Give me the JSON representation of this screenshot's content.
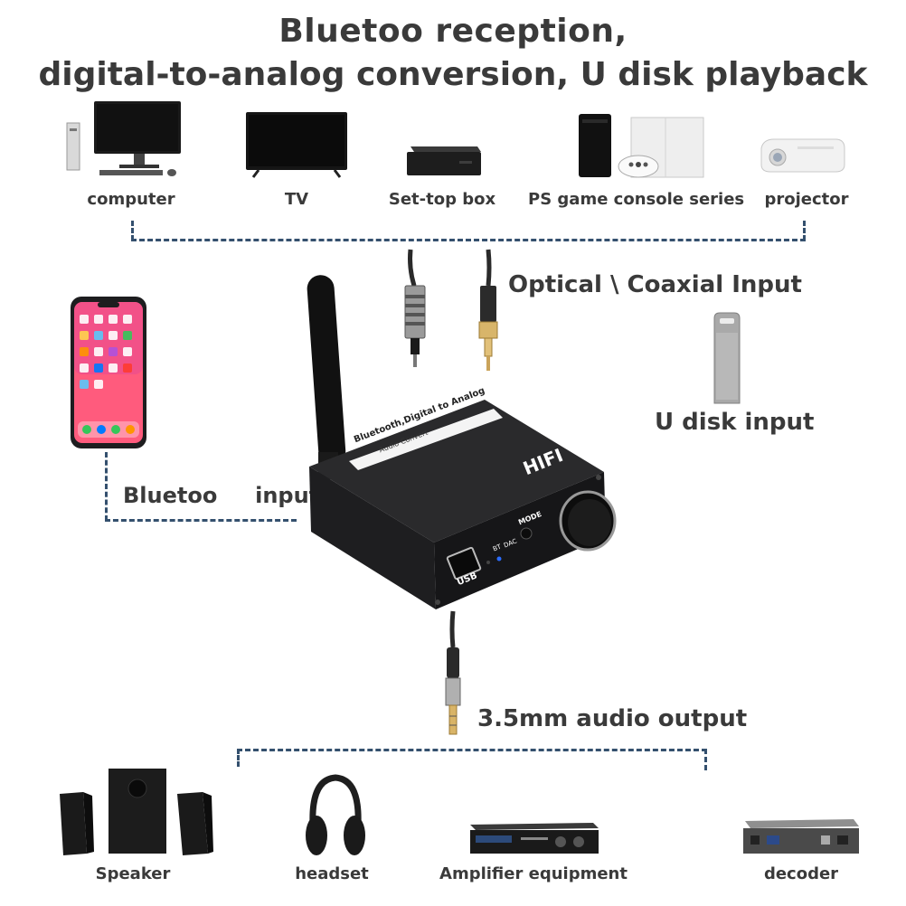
{
  "title": {
    "line1": "Bluetoo     reception,",
    "line2": "digital-to-analog conversion, U disk playback"
  },
  "sources": [
    {
      "label": "computer"
    },
    {
      "label": "TV"
    },
    {
      "label": "Set-top box"
    },
    {
      "label": "PS game console series"
    },
    {
      "label": "projector"
    }
  ],
  "inputs": {
    "optical_coaxial": "Optical \\ Coaxial Input",
    "u_disk": "U disk input",
    "bluetooth": "Bluetoo     input"
  },
  "device": {
    "panel_line1": "Bluetooth,Digital to Analog",
    "panel_line2": "Audio Convert",
    "hifi": "HIFI",
    "mode": "MODE",
    "bt": "BT",
    "dac": "DAC",
    "usb": "USB"
  },
  "output": {
    "label": "3.5mm audio output"
  },
  "outputs": [
    {
      "label": "Speaker"
    },
    {
      "label": "headset"
    },
    {
      "label": "Amplifier equipment"
    },
    {
      "label": "decoder"
    }
  ],
  "colors": {
    "dash": "#34506e",
    "text": "#3a3a3a",
    "device_body": "#1c1c1e"
  }
}
